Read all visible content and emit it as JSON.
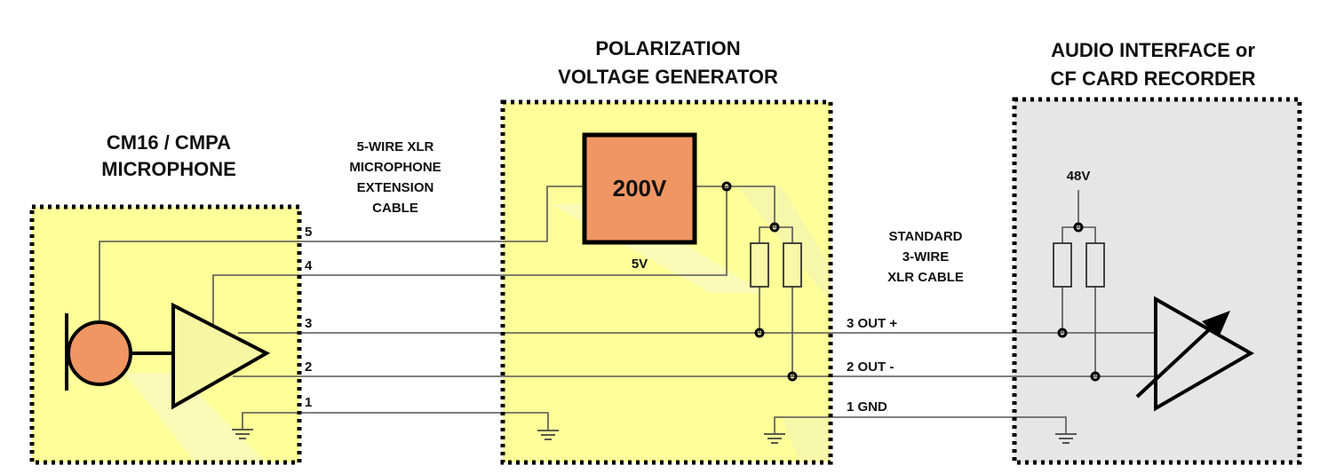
{
  "colors": {
    "module_fill": "#ffff99",
    "recorder_fill": "#e6e6e6",
    "component_orange": "#f09663",
    "amp_fill": "#f7f7a3",
    "resistor_fill_module": "#f8f8a8",
    "resistor_fill_recorder": "#e6e6e6"
  },
  "microphone": {
    "title_line1": "CM16 / CMPA",
    "title_line2": "MICROPHONE",
    "pins": [
      "5",
      "4",
      "3",
      "2",
      "1"
    ]
  },
  "extension_cable": {
    "line1": "5-WIRE XLR",
    "line2": "MICROPHONE",
    "line3": "EXTENSION",
    "line4": "CABLE"
  },
  "generator": {
    "title_line1": "POLARIZATION",
    "title_line2": "VOLTAGE GENERATOR",
    "supply_label": "200V",
    "input_label": "5V"
  },
  "standard_cable": {
    "line1": "STANDARD",
    "line2": "3-WIRE",
    "line3": "XLR CABLE",
    "pin3": "3 OUT +",
    "pin2": "2 OUT -",
    "pin1": "1 GND"
  },
  "recorder": {
    "title_line1": "AUDIO INTERFACE or",
    "title_line2": "CF CARD RECORDER",
    "phantom_label": "48V"
  }
}
